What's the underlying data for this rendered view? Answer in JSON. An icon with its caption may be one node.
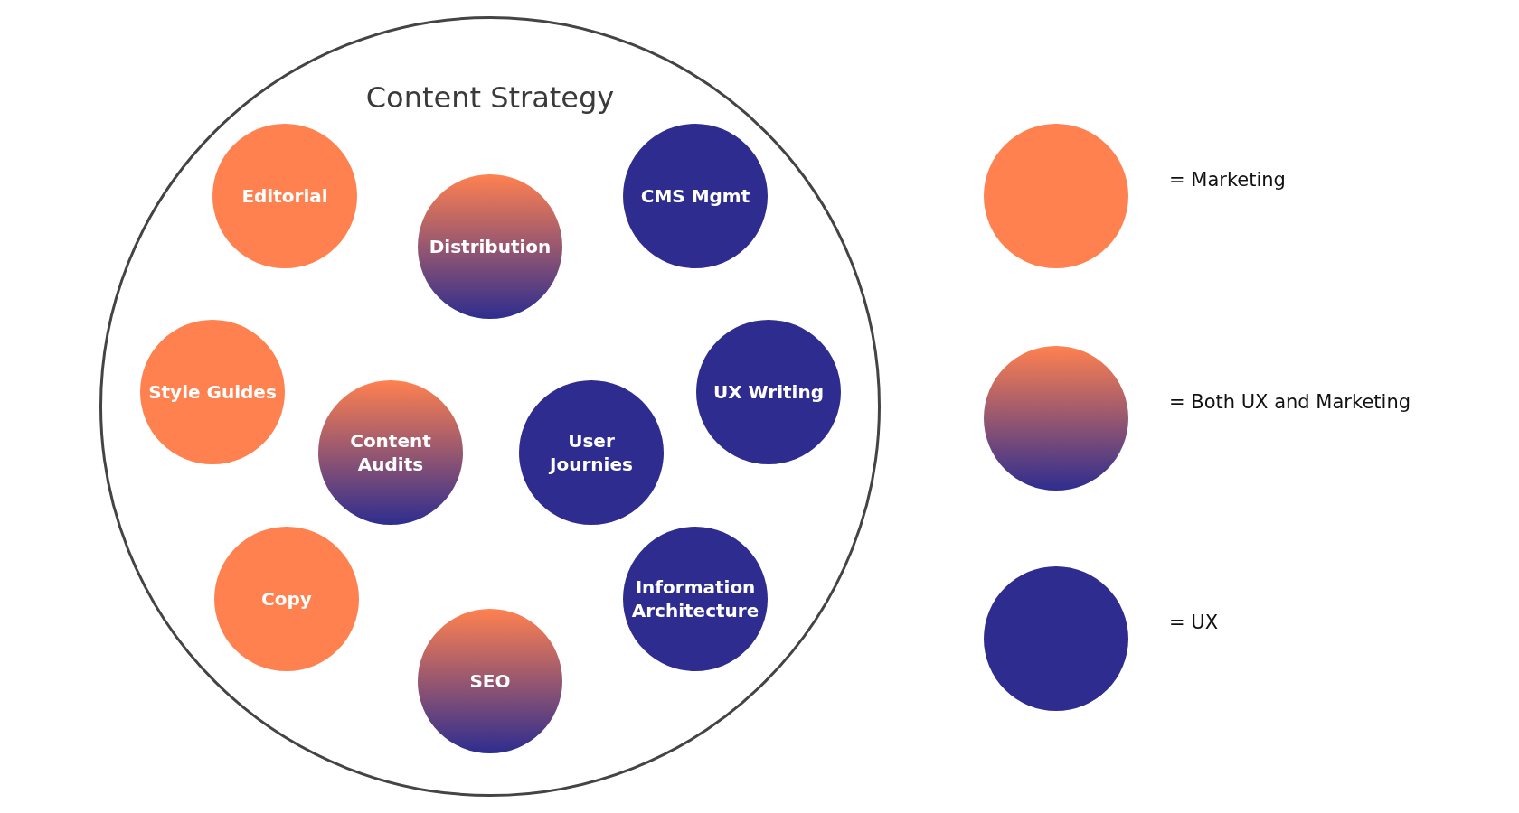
{
  "diagram": {
    "nodes": [
      {
        "text": [
          "Content Strategy"
        ]
      },
      {
        "text": [
          "Editorial"
        ],
        "in": 0
      },
      {
        "text": [
          "Distribution"
        ],
        "in": 0
      },
      {
        "text": [
          "CMS Mgmt"
        ],
        "in": 0
      },
      {
        "text": [
          "Style Guides"
        ],
        "in": 0
      },
      {
        "text": [
          "Content Audits"
        ],
        "in": 0
      },
      {
        "text": [
          "User Journies"
        ],
        "in": 0
      },
      {
        "text": [
          "UX Writing"
        ],
        "in": 0
      },
      {
        "text": [
          "Copy"
        ],
        "in": 0
      },
      {
        "text": [
          "SEO"
        ],
        "in": 0
      },
      {
        "text": [
          "Information Architecture"
        ],
        "in": 0
      }
    ],
    "legend": [
      {
        "text": "= Marketing",
        "color": "#ff8150"
      },
      {
        "text": "= Both UX and Marketing"
      },
      {
        "text": "= UX",
        "color": "#2e2d8f"
      }
    ]
  }
}
